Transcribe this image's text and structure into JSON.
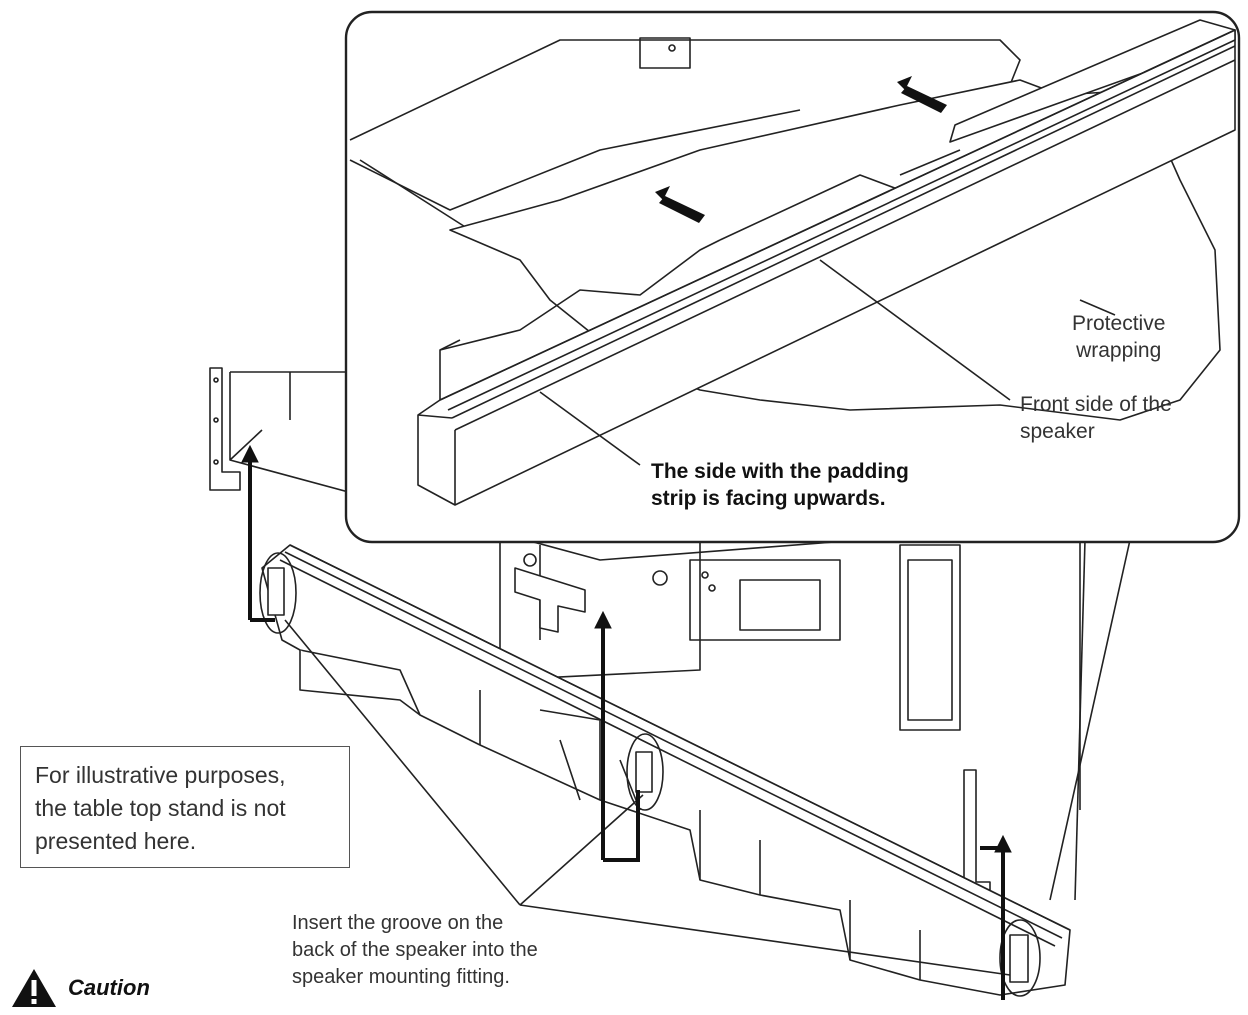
{
  "labels": {
    "protective_wrapping": [
      "Protective",
      "wrapping"
    ],
    "front_side": [
      "Front side of the",
      "speaker"
    ],
    "padding_strip": [
      "The side with the padding",
      "strip is facing upwards."
    ],
    "note": [
      "For illustrative purposes,",
      "the table top stand is not",
      "presented here."
    ],
    "groove": [
      "Insert the groove on the",
      "back of the speaker into the",
      "speaker mounting fitting."
    ]
  },
  "caution": {
    "label": "Caution",
    "icon": "warning-triangle-icon"
  },
  "colors": {
    "line": "#222222",
    "text": "#333333",
    "background": "#ffffff"
  }
}
